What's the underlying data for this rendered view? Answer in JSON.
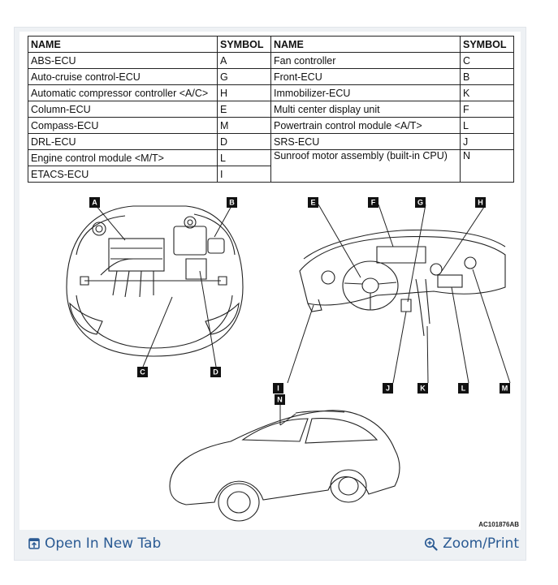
{
  "table": {
    "headers": [
      "NAME",
      "SYMBOL",
      "NAME",
      "SYMBOL"
    ],
    "rows": [
      [
        "ABS-ECU",
        "A",
        "Fan controller",
        "C"
      ],
      [
        "Auto-cruise control-ECU",
        "G",
        "Front-ECU",
        "B"
      ],
      [
        "Automatic compressor controller <A/C>",
        "H",
        "Immobilizer-ECU",
        "K"
      ],
      [
        "Column-ECU",
        "E",
        "Multi center display unit",
        "F"
      ],
      [
        "Compass-ECU",
        "M",
        "Powertrain control module <A/T>",
        "L"
      ],
      [
        "DRL-ECU",
        "D",
        "SRS-ECU",
        "J"
      ],
      [
        "Engine control module <M/T>",
        "L",
        "Sunroof motor assembly (built-in CPU)",
        "N"
      ],
      [
        "ETACS-ECU",
        "I",
        "",
        ""
      ]
    ]
  },
  "diagram": {
    "labels": {
      "A": "A",
      "B": "B",
      "C": "C",
      "D": "D",
      "E": "E",
      "F": "F",
      "G": "G",
      "H": "H",
      "I": "I",
      "J": "J",
      "K": "K",
      "L": "L",
      "M": "M",
      "N": "N"
    },
    "reference_code": "AC101876AB"
  },
  "footer": {
    "open_label": "Open In New Tab",
    "open_icon": "open-new-tab-icon",
    "zoom_label": "Zoom/Print",
    "zoom_icon": "zoom-in-icon",
    "link_color": "#2a5a93"
  }
}
